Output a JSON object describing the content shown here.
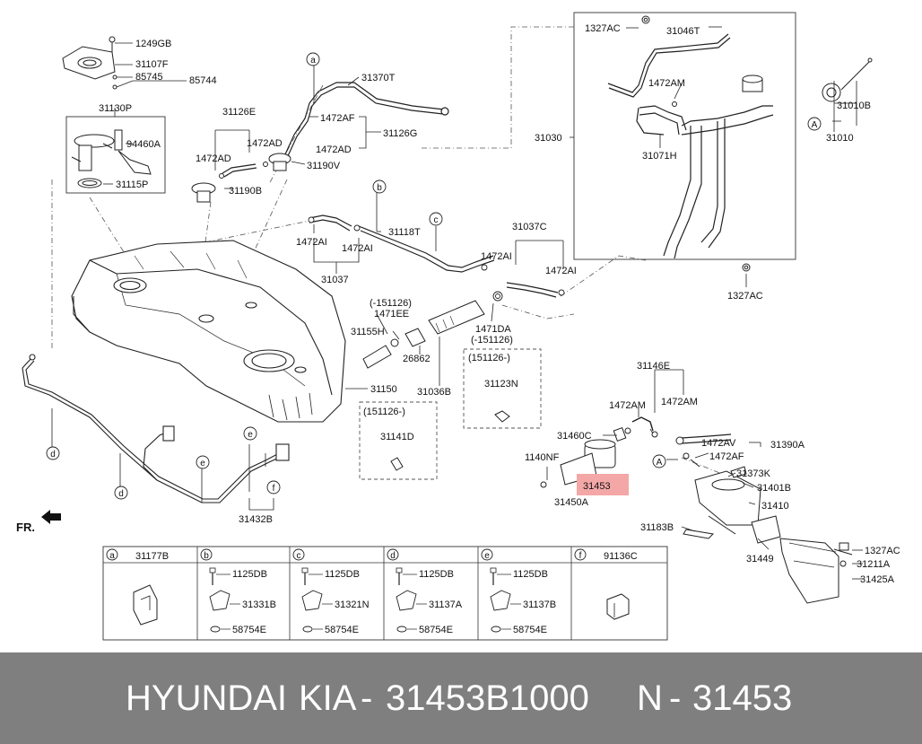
{
  "labels": {
    "p1249GB": "1249GB",
    "p31107F": "31107F",
    "p85745": "85745",
    "p85744": "85744",
    "p31130P": "31130P",
    "p94460A": "94460A",
    "p31115P": "31115P",
    "p31126E": "31126E",
    "p1472AD_a": "1472AD",
    "p1472AD_b": "1472AD",
    "p1472AD_c": "1472AD",
    "p31190B": "31190B",
    "p31190V": "31190V",
    "p1472AF_a": "1472AF",
    "p31126G": "31126G",
    "p31370T": "31370T",
    "p1327AC_a": "1327AC",
    "p31046T": "31046T",
    "p1472AM_a": "1472AM",
    "p31030": "31030",
    "p31071H": "31071H",
    "p31010B": "31010B",
    "p31010": "31010",
    "p1327AC_b": "1327AC",
    "p31118T": "31118T",
    "p1472AI_a": "1472AI",
    "p1472AI_b": "1472AI",
    "p31037": "31037",
    "p31037C": "31037C",
    "p1472AI_c": "1472AI",
    "p1472AI_d": "1472AI",
    "p151126_neg": "(-151126)",
    "p1471EE": "1471EE",
    "p31155H": "31155H",
    "p26862": "26862",
    "p1471DA": "1471DA",
    "p151126_neg_b": "(-151126)",
    "p31036B": "31036B",
    "p31150": "31150",
    "p151126_pos_a": "(151126-)",
    "p31123N": "31123N",
    "p151126_pos_b": "(151126-)",
    "p31141D": "31141D",
    "p31146E": "31146E",
    "p1472AM_b": "1472AM",
    "p1472AM_c": "1472AM",
    "p31460C": "31460C",
    "p1472AV": "1472AV",
    "p31390A": "31390A",
    "p1472AF_b": "1472AF",
    "p1140NF": "1140NF",
    "p31453": "31453",
    "p31450A": "31450A",
    "p31373K": "31373K",
    "p31401B": "31401B",
    "p31410": "31410",
    "p31183B": "31183B",
    "p31449": "31449",
    "p1327AC_c": "1327AC",
    "p31211A": "31211A",
    "p31425A": "31425A",
    "p31432B": "31432B",
    "fr": "FR."
  },
  "callouts": {
    "a_top": "a",
    "b_top": "b",
    "c_top": "c",
    "d_left": "d",
    "d_mid": "d",
    "e_mid": "e",
    "e_right": "e",
    "f_right": "f",
    "A_right": "A",
    "A_mid": "A"
  },
  "highlight_color": "#f4a7a7",
  "legend": {
    "cells": [
      {
        "letter": "a",
        "part": "31177B",
        "items": []
      },
      {
        "letter": "b",
        "part": "",
        "items": [
          "1125DB",
          "31331B",
          "58754E"
        ]
      },
      {
        "letter": "c",
        "part": "",
        "items": [
          "1125DB",
          "31321N",
          "58754E"
        ]
      },
      {
        "letter": "d",
        "part": "",
        "items": [
          "1125DB",
          "31137A",
          "58754E"
        ]
      },
      {
        "letter": "e",
        "part": "",
        "items": [
          "1125DB",
          "31137B",
          "58754E"
        ]
      },
      {
        "letter": "f",
        "part": "91136C",
        "items": []
      }
    ]
  },
  "footer": {
    "brand": "HYUNDAI",
    "model": "KIA",
    "dash1": "-",
    "part_number": "31453B1000",
    "n": "N",
    "dash2": "-",
    "ref": "31453"
  }
}
